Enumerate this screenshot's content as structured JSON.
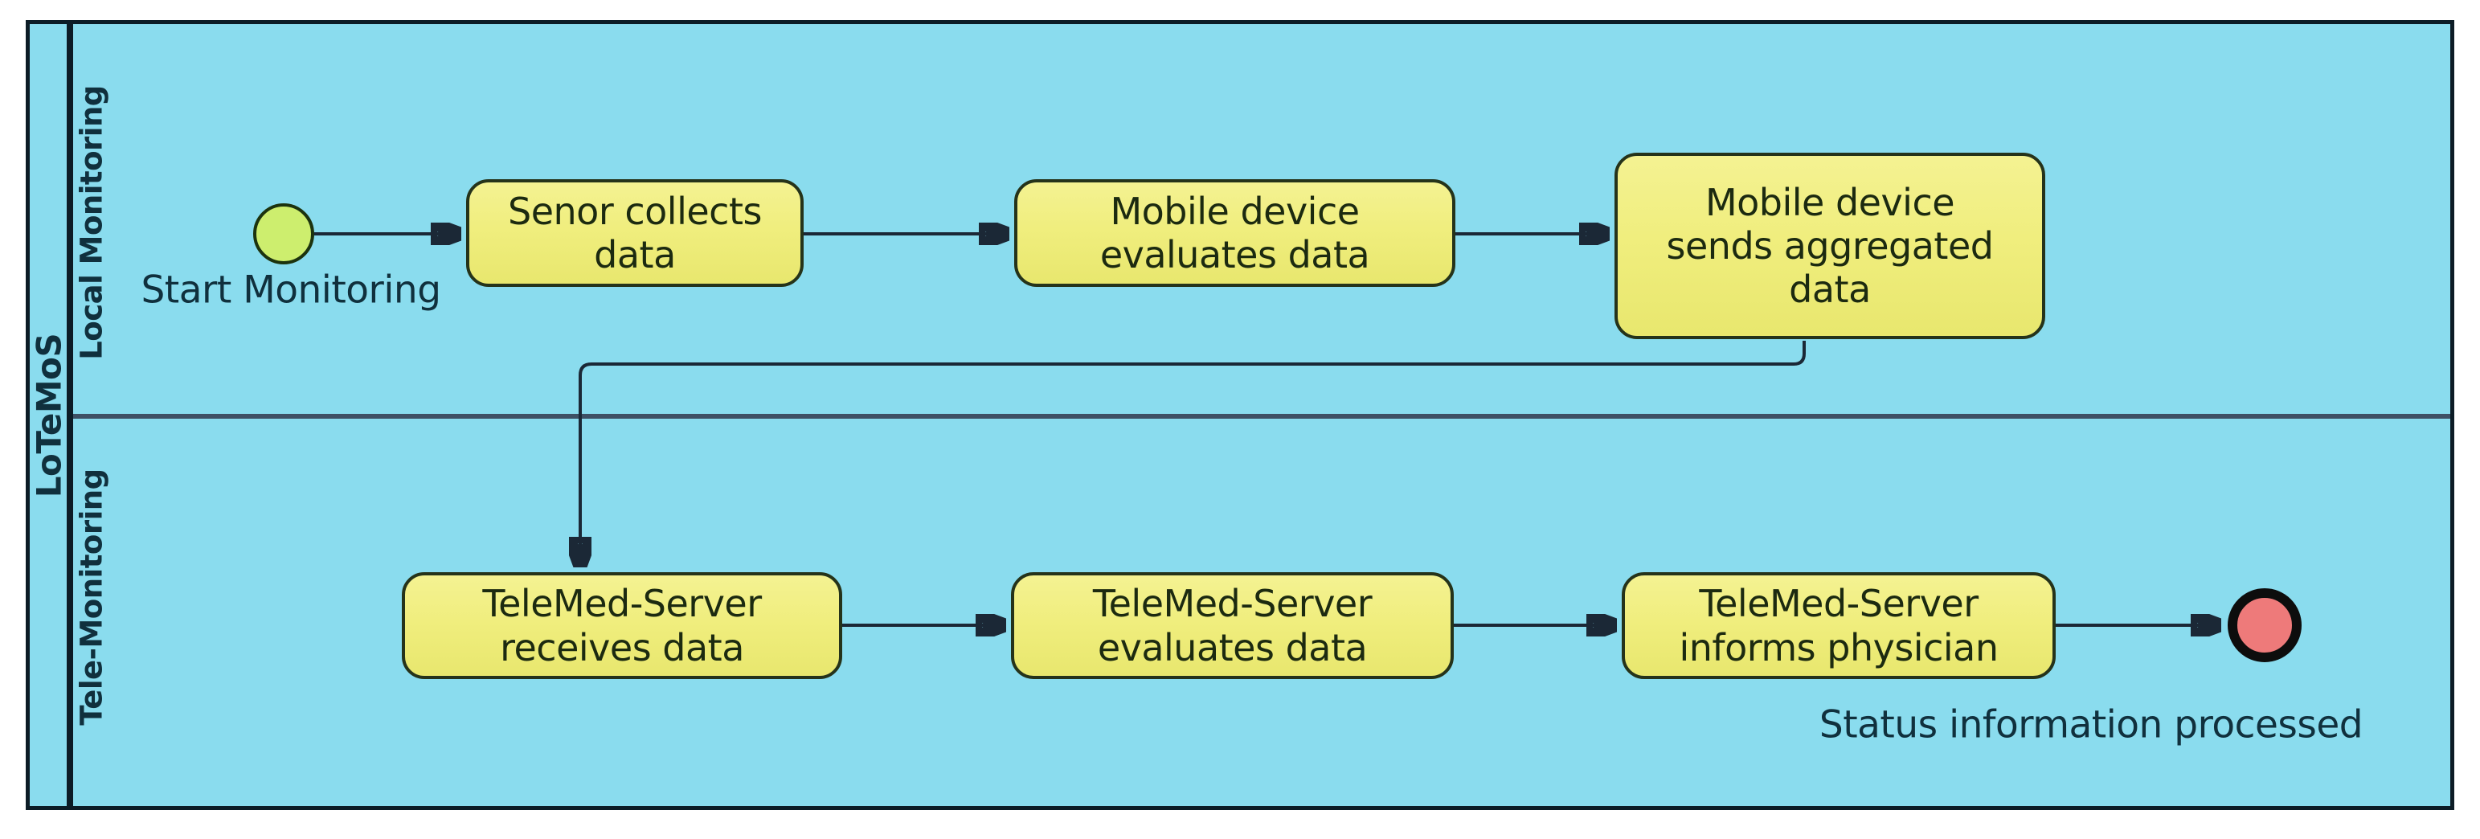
{
  "pool": {
    "name": "LoTeMoS",
    "lanes": [
      {
        "name": "Local Monitoring"
      },
      {
        "name": "Tele-Monitoring"
      }
    ]
  },
  "tasks": [
    {
      "id": "task-1",
      "lane": "Local Monitoring",
      "label": "Senor collects\ndata"
    },
    {
      "id": "task-2",
      "lane": "Local Monitoring",
      "label": "Mobile device\nevaluates data"
    },
    {
      "id": "task-3",
      "lane": "Local Monitoring",
      "label": "Mobile device\nsends aggregated\ndata"
    },
    {
      "id": "task-4",
      "lane": "Tele-Monitoring",
      "label": "TeleMed-Server\nreceives data"
    },
    {
      "id": "task-5",
      "lane": "Tele-Monitoring",
      "label": "TeleMed-Server\nevaluates data"
    },
    {
      "id": "task-6",
      "lane": "Tele-Monitoring",
      "label": "TeleMed-Server\ninforms physician"
    }
  ],
  "events": {
    "start": {
      "type": "start-event",
      "label": "Start Monitoring"
    },
    "end": {
      "type": "end-event",
      "label": "Status information processed"
    }
  },
  "flows": [
    {
      "from": "start-event",
      "to": "task-1"
    },
    {
      "from": "task-1",
      "to": "task-2"
    },
    {
      "from": "task-2",
      "to": "task-3"
    },
    {
      "from": "task-3",
      "to": "task-4"
    },
    {
      "from": "task-4",
      "to": "task-5"
    },
    {
      "from": "task-5",
      "to": "task-6"
    },
    {
      "from": "task-6",
      "to": "end-event"
    }
  ],
  "colors": {
    "page_background": "#ffffff",
    "pool_background": "#8adcee",
    "pool_border": "#0c1c26",
    "lane_divider": "#3e5064",
    "task_fill": "#f0ee7e",
    "task_stroke": "#25331a",
    "task_text": "#1c2a10",
    "start_fill": "#cdee6e",
    "start_stroke": "#1c330e",
    "end_fill": "#ee7a7a",
    "end_ring": "#0d0d0d",
    "line": "#1b2836",
    "label_text": "#10303d"
  }
}
